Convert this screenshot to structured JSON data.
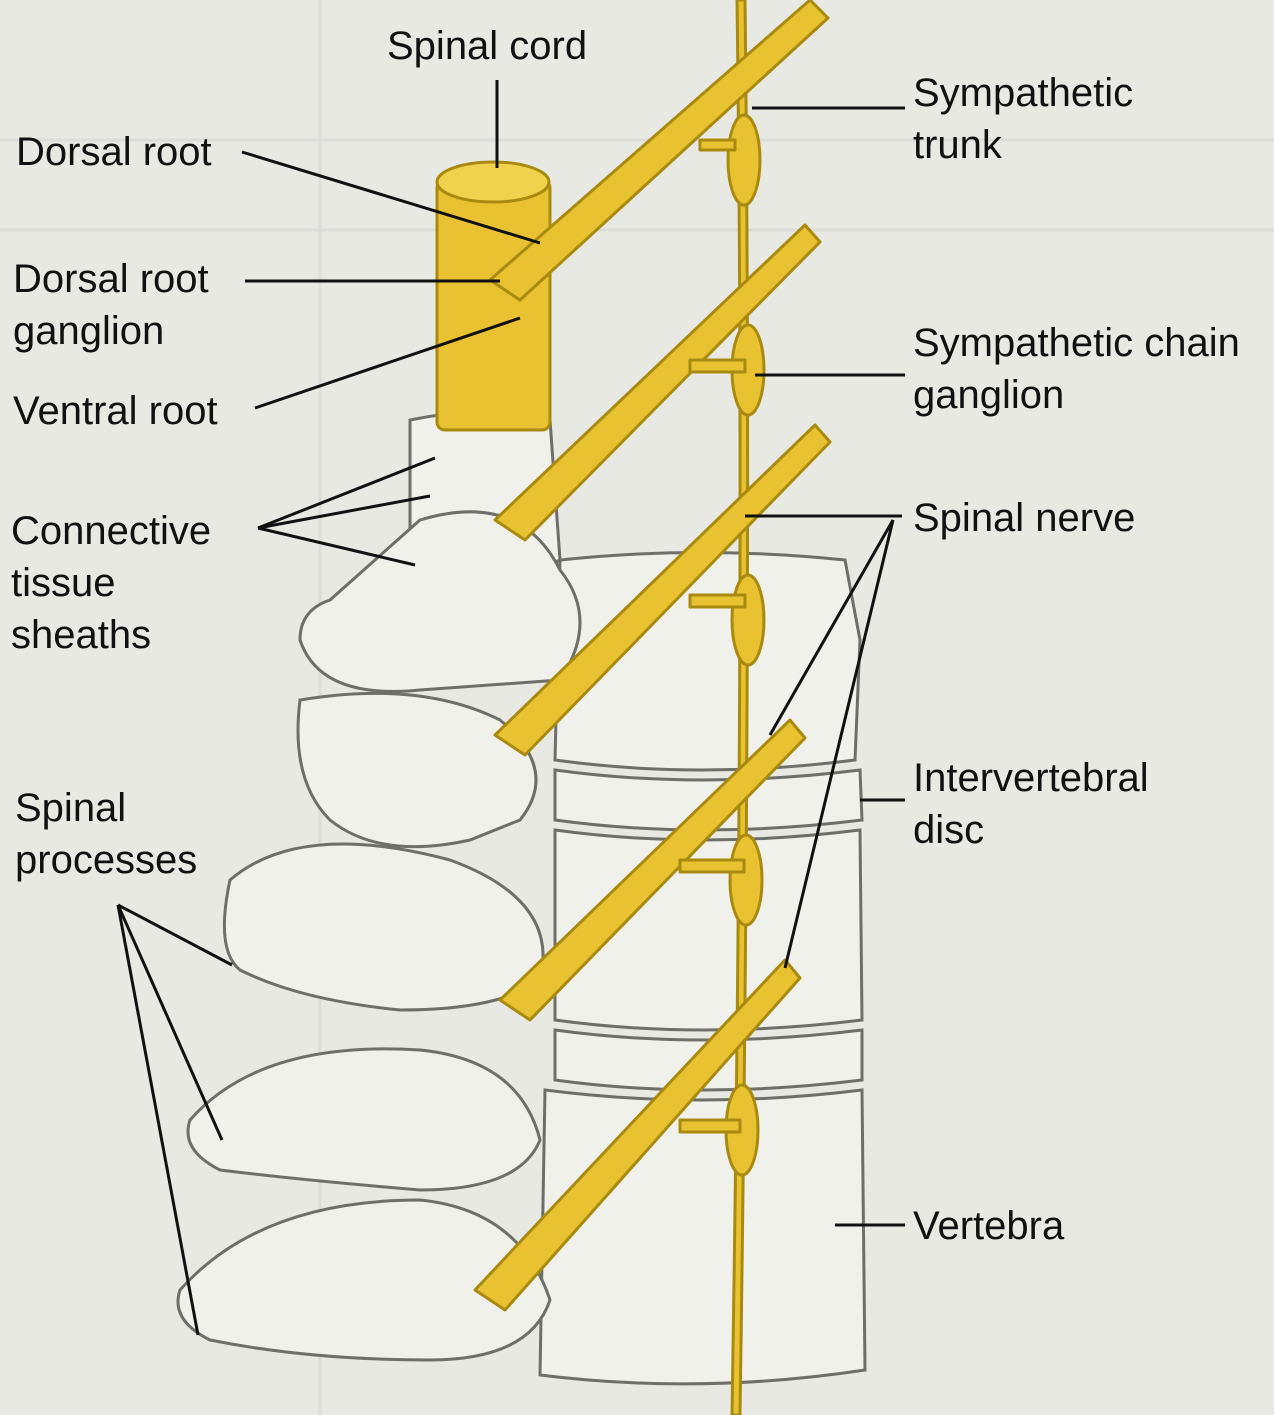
{
  "labels": {
    "spinal_cord": "Spinal cord",
    "dorsal_root": "Dorsal root",
    "dorsal_root_ganglion": "Dorsal root\nganglion",
    "ventral_root": "Ventral root",
    "connective_tissue_sheaths": "Connective\ntissue\nsheaths",
    "spinal_processes": "Spinal\nprocesses",
    "sympathetic_trunk": "Sympathetic\ntrunk",
    "sympathetic_chain_ganglion": "Sympathetic chain\nganglion",
    "spinal_nerve": "Spinal nerve",
    "intervertebral_disc": "Intervertebral\ndisc",
    "vertebra": "Vertebra"
  },
  "colors": {
    "nerve": "#e8c230",
    "nerve_outline": "#a98a10",
    "bone": "#f1f1ec",
    "bone_outline": "#6f6f6a",
    "background": "#e9e9e4",
    "leader": "#111111"
  }
}
